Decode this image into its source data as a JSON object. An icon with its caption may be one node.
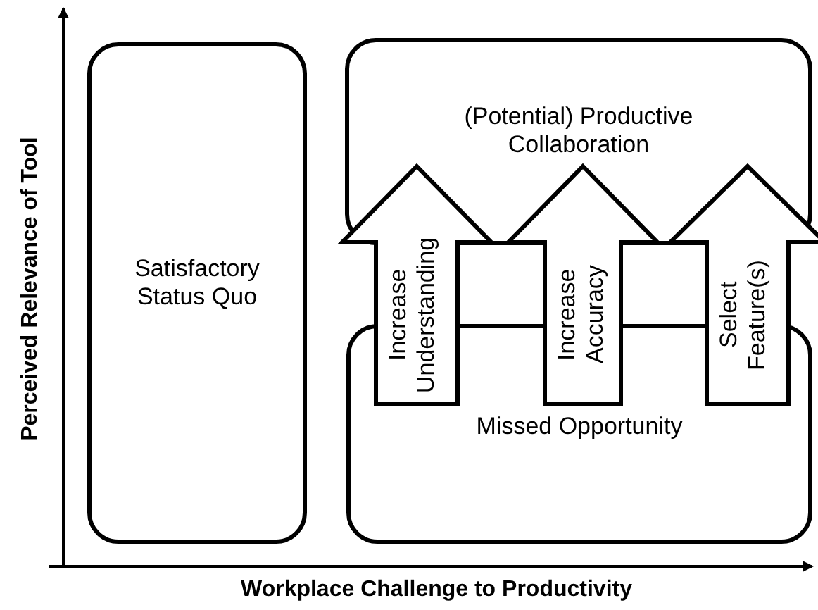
{
  "diagram": {
    "nodes": [
      {
        "text": [
          "Satisfactory Status Quo"
        ]
      },
      {
        "text": [
          "(Potential) Productive Collaboration"
        ]
      },
      {
        "text": [
          "Missed Opportunity"
        ]
      }
    ],
    "edges": [
      {
        "from": 2,
        "to": 1,
        "arrow": "to",
        "label": "Increase Understanding"
      },
      {
        "from": 2,
        "to": 1,
        "arrow": "to",
        "label": "Increase Accuracy"
      },
      {
        "from": 2,
        "to": 1,
        "arrow": "to",
        "label": "Select Feature(s)"
      }
    ],
    "labels": [
      "Perceived Relevance of Tool",
      "Workplace Challenge to Productivity"
    ]
  }
}
